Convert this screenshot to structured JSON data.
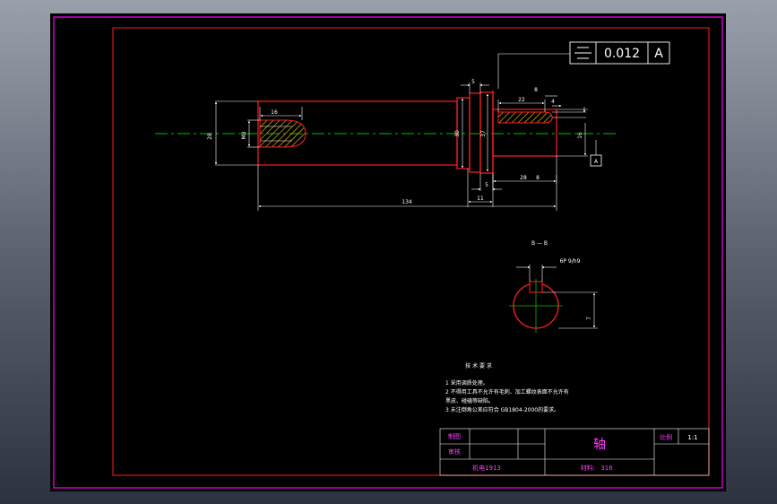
{
  "colors": {
    "frame": "#ff00ff",
    "border": "#ff2020",
    "part": "#ff2020",
    "dimension": "#ffffff",
    "center_line": "#00c000",
    "hatch": "#ffd000",
    "title_text": "#ff3cff"
  },
  "tolerance": {
    "symbol": "symmetry-icon",
    "value": "0.012",
    "datum": "A"
  },
  "datum_flag": "A",
  "dimensions": {
    "d_28": "28",
    "d_m8": "M8",
    "d_16": "16",
    "d_30": "30",
    "d_37": "37",
    "d_5_top": "5",
    "d_5_bottom": "5",
    "d_11": "11",
    "d_134": "134",
    "d_22": "22",
    "d_8_top": "8",
    "d_8_bottom": "8",
    "d_4": "4",
    "d_28_key": "28",
    "d_16_right": "16"
  },
  "section": {
    "title": "B — B",
    "fit": "6P 9/h9",
    "depth": "7"
  },
  "notes": {
    "heading": "技 术 要 求",
    "lines": [
      "1  采用调质处理。",
      "2  不得用工具不允许有毛刺、加工螺纹表面不允许有",
      "   黑皮、碰磕等缺陷。",
      "3  未注倒角公差应符合 GB1804-2000的要求。"
    ]
  },
  "title_block": {
    "draw_label": "制图",
    "review_label": "审核",
    "part_name": "轴",
    "scale_label": "比例",
    "scale_value": "1:1",
    "material_label": "材料:",
    "material_value": "316",
    "drawing_no": "机电1913"
  }
}
